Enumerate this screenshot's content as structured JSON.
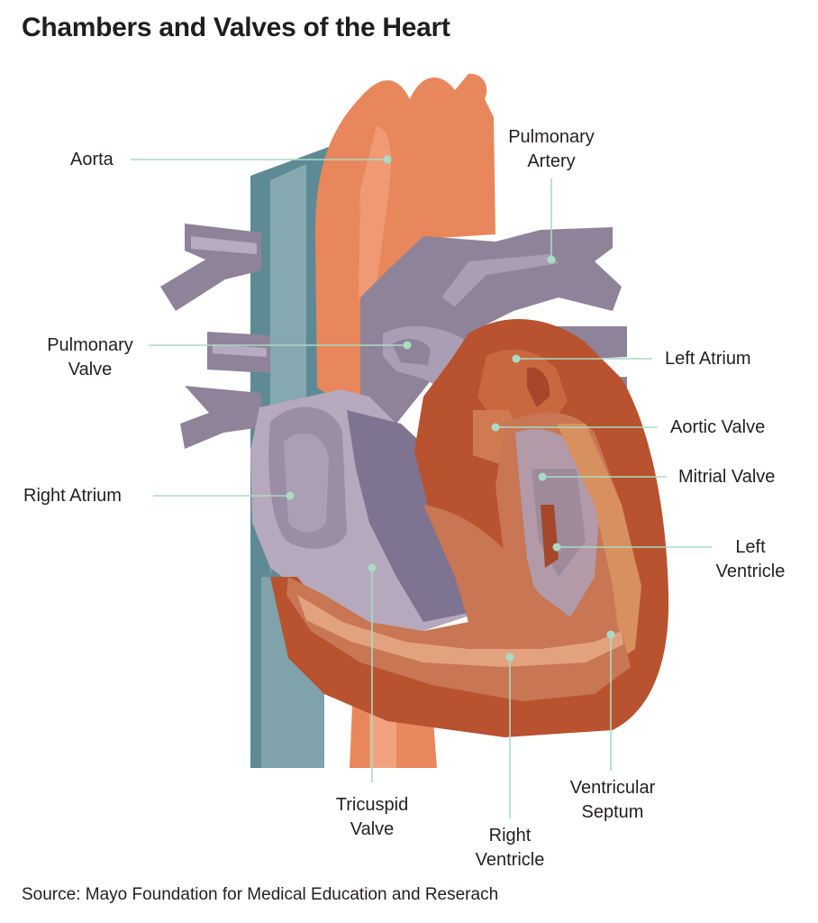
{
  "title": "Chambers and Valves of the Heart",
  "source": "Source: Mayo Foundation for Medical Education and Reserach",
  "labels": {
    "aorta": "Aorta",
    "pulmonary_artery": [
      "Pulmonary",
      "Artery"
    ],
    "pulmonary_valve": [
      "Pulmonary",
      "Valve"
    ],
    "left_atrium": "Left Atrium",
    "aortic_valve": "Aortic Valve",
    "mitral_valve": "Mitrial Valve",
    "right_atrium": "Right Atrium",
    "left_ventricle": [
      "Left",
      "Ventricle"
    ],
    "tricuspid_valve": [
      "Tricuspid",
      "Valve"
    ],
    "right_ventricle": [
      "Right",
      "Ventricle"
    ],
    "ventricular_septum": [
      "Ventricular",
      "Septum"
    ]
  },
  "colors": {
    "vena_cava": "#5d8a95",
    "aorta": "#e8875c",
    "pulmonary": "#8e8399",
    "right_chambers": "#b6a9bd",
    "left_heart_wall": "#b8522f",
    "septum": "#c87653",
    "leader_line": "#a8dcc4"
  }
}
